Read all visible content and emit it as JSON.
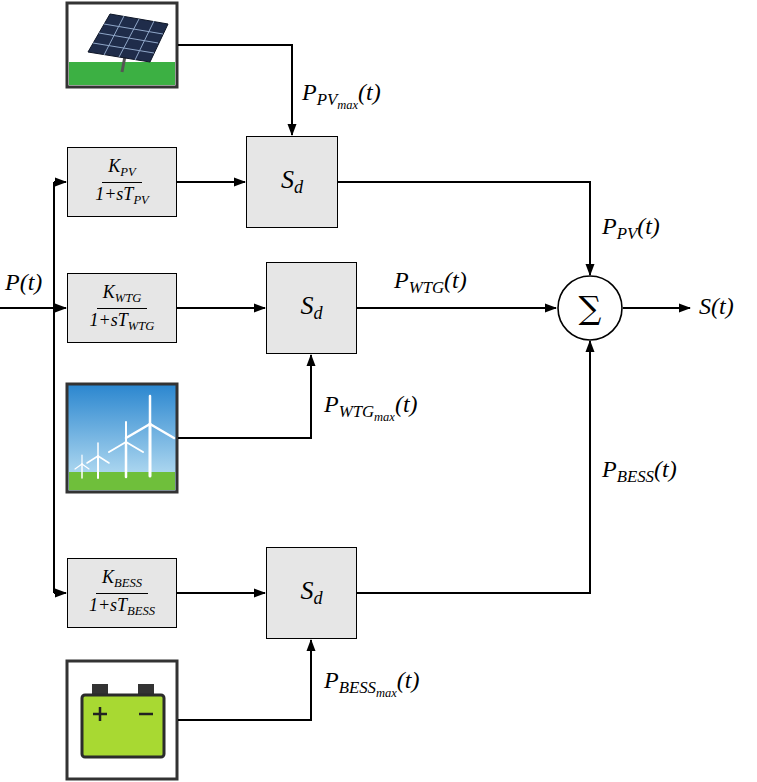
{
  "diagram": {
    "nodes": [
      {
        "text": [
          "KPV",
          "1+sTPV"
        ]
      },
      {
        "text": [
          "Sd"
        ]
      },
      {
        "text": [
          "KWTG",
          "1+sTWTG"
        ]
      },
      {
        "text": [
          "Sd"
        ]
      },
      {
        "text": [
          "∑"
        ]
      },
      {
        "text": [
          "KBESS",
          "1+sTBESS"
        ]
      },
      {
        "text": [
          "Sd"
        ]
      }
    ],
    "edges": [
      {
        "from": 0,
        "to": 1,
        "arrow": "to"
      },
      {
        "from": 2,
        "to": 3,
        "arrow": "to"
      },
      {
        "from": 5,
        "to": 6,
        "arrow": "to"
      },
      {
        "from": 1,
        "to": 4,
        "label": "PPV(t)",
        "arrow": "to"
      },
      {
        "from": 3,
        "to": 4,
        "label": "PWTG(t)",
        "arrow": "to"
      },
      {
        "from": 6,
        "to": 4,
        "label": "PBESS(t)",
        "arrow": "to"
      }
    ],
    "labels": [
      "PPVmax(t)",
      "P(t)",
      "PWTGmax(t)",
      "PBESSmax(t)",
      "S(t)"
    ]
  }
}
